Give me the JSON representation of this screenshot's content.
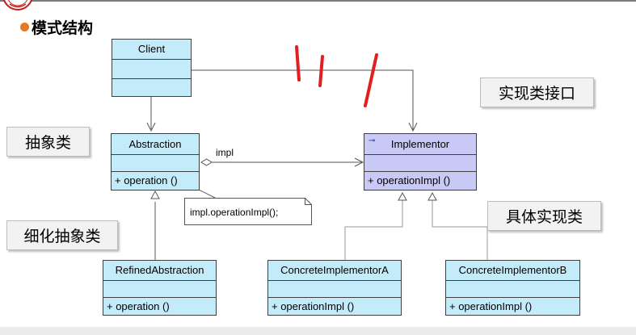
{
  "slide": {
    "heading": "模式结构"
  },
  "classes": {
    "client": {
      "name": "Client"
    },
    "abstraction": {
      "name": "Abstraction",
      "method": "+ operation ()"
    },
    "implementor": {
      "name": "Implementor",
      "method": "+ operationImpl ()"
    },
    "refined_abstraction": {
      "name": "RefinedAbstraction",
      "method": "+ operation ()"
    },
    "concrete_a": {
      "name": "ConcreteImplementorA",
      "method": "+ operationImpl ()"
    },
    "concrete_b": {
      "name": "ConcreteImplementorB",
      "method": "+ operationImpl ()"
    }
  },
  "association_label": "impl",
  "note_text": "impl.operationImpl();",
  "callouts": {
    "abstraction": "抽象类",
    "refined": "细化抽象类",
    "implementor_interface": "实现类接口",
    "concrete": "具体实现类"
  },
  "colors": {
    "class_fill": "#c4ebfa",
    "interface_fill": "#c9c9f5",
    "annotation_red": "#e02020",
    "heading_bullet": "#e87722"
  }
}
